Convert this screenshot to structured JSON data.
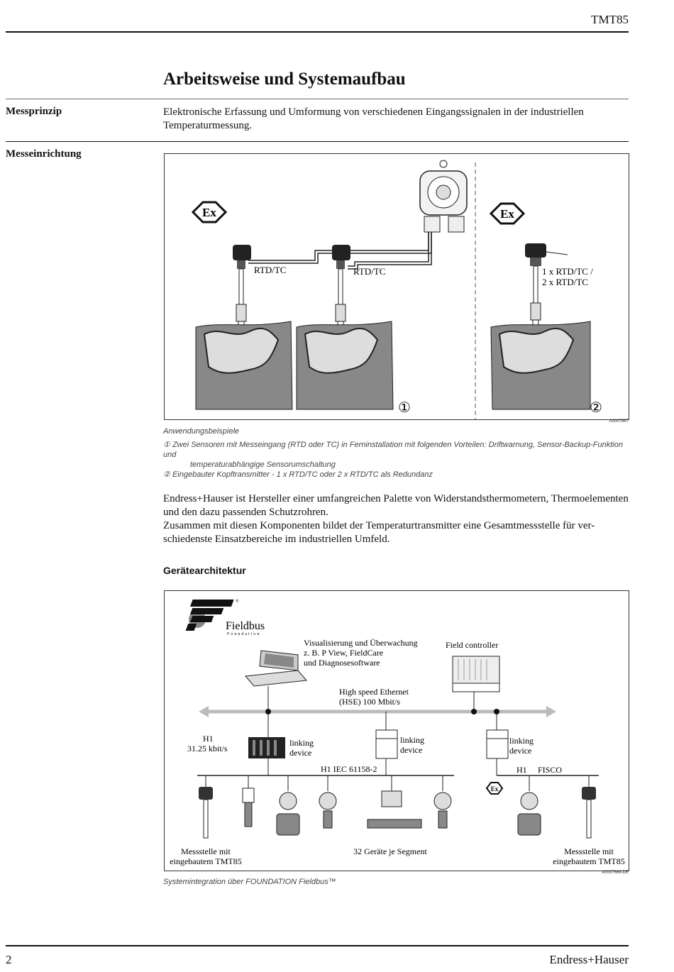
{
  "header": {
    "model": "TMT85"
  },
  "section": {
    "title": "Arbeitsweise und Systemaufbau"
  },
  "messprinzip": {
    "label": "Messprinzip",
    "line1": "Elektronische Erfassung und Umformung von verschiedenen Eingangssignalen in der industriellen",
    "line2": "Temperaturmessung."
  },
  "messeinrichtung": {
    "label": "Messeinrichtung",
    "figure1": {
      "ex_symbol": "Ex",
      "rtd_tc_1": "RTD/TC",
      "rtd_tc_2": "RTD/TC",
      "option_line1": "1 x RTD/TC /",
      "option_line2": "2 x RTD/TC",
      "marker_1": "①",
      "marker_2": "②",
      "code": "A0007667"
    },
    "caption": {
      "title": "Anwendungsbeispiele",
      "item1_marker": "①",
      "item1_line1": "Zwei Sensoren mit Messeingang (RTD oder TC) in Ferninstallation mit folgenden Vorteilen: Driftwarnung, Sensor-Backup-Funktion und",
      "item1_line2": "temperaturabhängige Sensorumschaltung",
      "item2_marker": "②",
      "item2_line1": "Eingebauter Kopftransmitter - 1 x RTD/TC oder 2 x RTD/TC als Redundanz"
    },
    "paragraph": {
      "line1": "Endress+Hauser ist Hersteller einer umfangreichen Palette von Widerstandsthermometern, Thermoelementen",
      "line2": "und den dazu passenden Schutzrohren.",
      "line3": "Zusammen mit diesen Komponenten bildet der Temperaturtransmitter eine Gesamtmessstelle für ver-",
      "line4": "schiedenste Einsatzbereiche im industriellen Umfeld."
    }
  },
  "architecture": {
    "heading": "Gerätearchitektur",
    "logo_word": "Fieldbus",
    "logo_sub": "Foundation",
    "logo_reg": "®",
    "vis_line1": "Visualisierung und Überwachung",
    "vis_line2": "z. B. P View, FieldCare",
    "vis_line3": "und Diagnosesoftware",
    "field_controller": "Field controller",
    "hse_line1": "High speed Ethernet",
    "hse_line2": "(HSE) 100 Mbit/s",
    "h1_line1": "H1",
    "h1_line2": "31.25 kbit/s",
    "linking_line1": "linking",
    "linking_line2": "device",
    "h1_iec": "H1 IEC 61158-2",
    "h1_fisco_h1": "H1",
    "h1_fisco": "FISCO",
    "ex_symbol": "Ex",
    "left_label_line1": "Messstelle mit",
    "left_label_line2": "eingebautem TMT85",
    "segment_label": "32 Geräte je Segment",
    "right_label_line1": "Messstelle mit",
    "right_label_line2": "eingebautem TMT85",
    "code": "A0007668-DE",
    "caption": "Systemintegration über FOUNDATION Fieldbus™"
  },
  "footer": {
    "page": "2",
    "brand": "Endress+Hauser"
  }
}
